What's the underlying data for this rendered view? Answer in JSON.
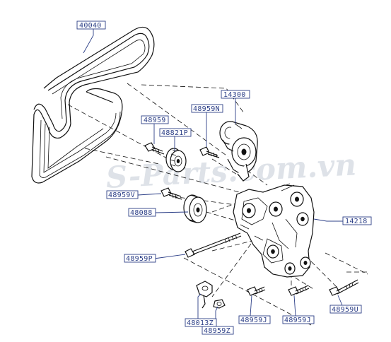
{
  "watermark": "S-Parts.com.vn",
  "parts": [
    {
      "id": "belt",
      "label": "40040"
    },
    {
      "id": "tensioner",
      "label": "14300"
    },
    {
      "id": "bolt-tensioner",
      "label": "48959N"
    },
    {
      "id": "bolt-idler-small",
      "label": "48959"
    },
    {
      "id": "idler-small",
      "label": "48821P"
    },
    {
      "id": "bolt-idler-large",
      "label": "48959V"
    },
    {
      "id": "idler-large",
      "label": "48088"
    },
    {
      "id": "bracket",
      "label": "14218"
    },
    {
      "id": "bolt-long",
      "label": "48959P"
    },
    {
      "id": "clip",
      "label": "48013Z"
    },
    {
      "id": "bolt-clip",
      "label": "48959Z"
    },
    {
      "id": "bolt-1",
      "label": "48959J"
    },
    {
      "id": "bolt-2",
      "label": "48959J"
    },
    {
      "id": "bolt-3",
      "label": "48959U"
    }
  ]
}
